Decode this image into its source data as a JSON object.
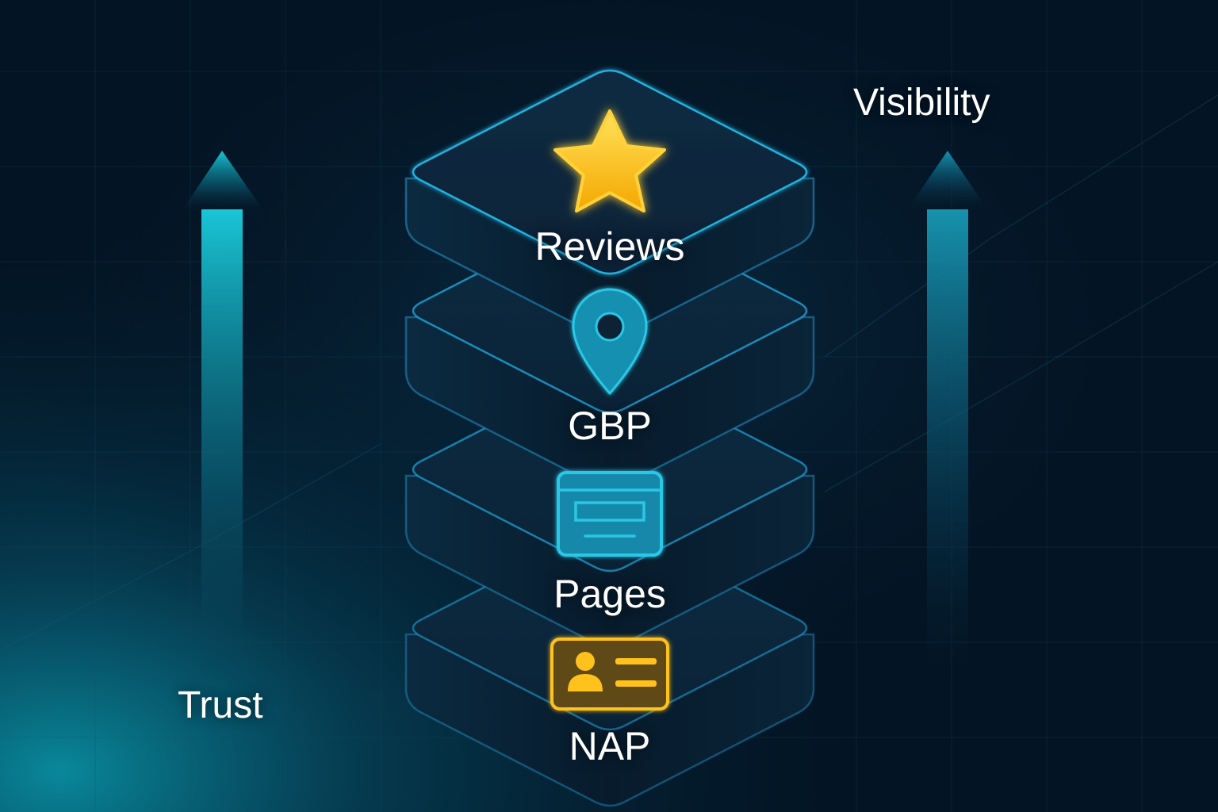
{
  "colors": {
    "background": "#031424",
    "accent_cyan": "#17b7d3",
    "outline_blue": "#1f9ed1",
    "gold": "#ffc21f",
    "text": "#ffffff"
  },
  "stack": {
    "layers": [
      {
        "label": "Reviews",
        "icon": "star-icon"
      },
      {
        "label": "GBP",
        "icon": "map-pin-icon"
      },
      {
        "label": "Pages",
        "icon": "webpage-icon"
      },
      {
        "label": "NAP",
        "icon": "contact-card-icon"
      }
    ]
  },
  "arrows": {
    "left_label": "Trust",
    "right_label": "Visibility"
  }
}
